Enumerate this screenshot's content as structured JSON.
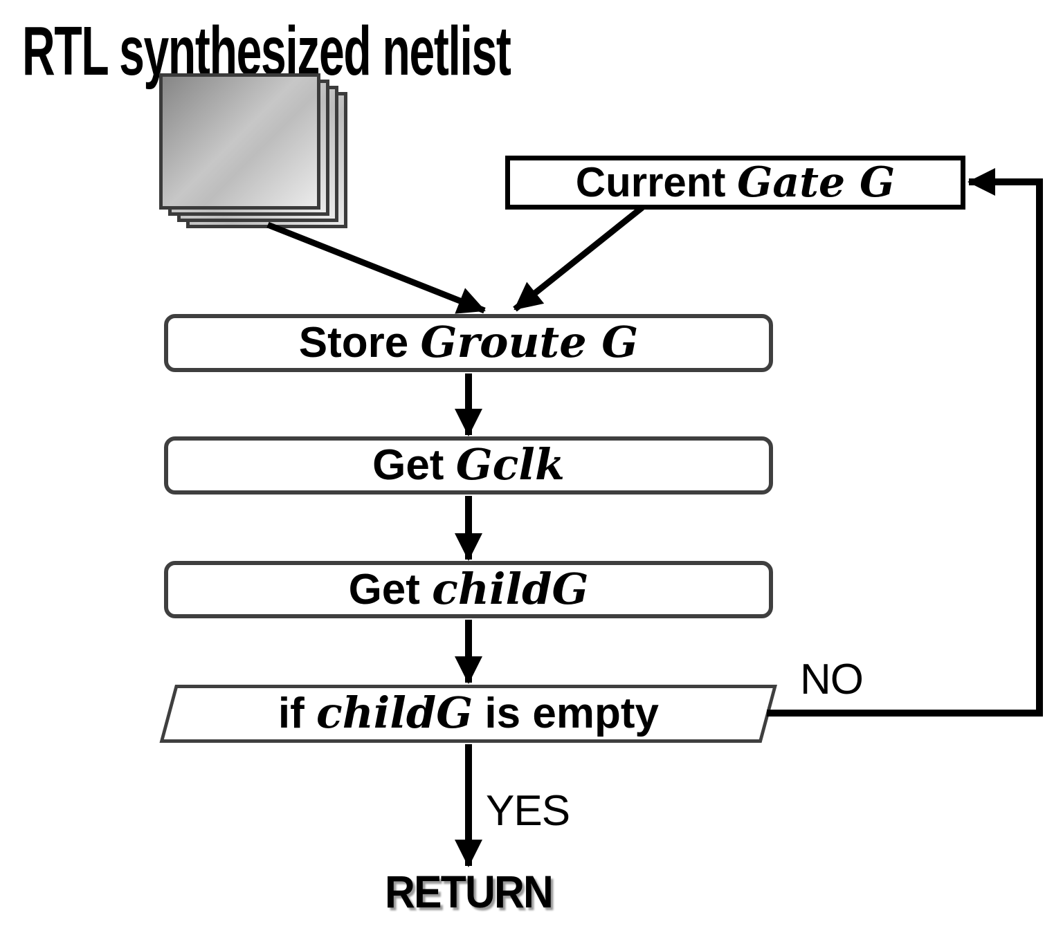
{
  "title": "RTL synthesized netlist",
  "icon": {
    "name": "document-stack-icon"
  },
  "nodes": {
    "current_gate": {
      "bold": "Current ",
      "italic": "Gate G"
    },
    "store_groute": {
      "bold": "Store ",
      "italic": "Groute G"
    },
    "get_gclk": {
      "bold": "Get ",
      "italic": "Gclk"
    },
    "get_childg": {
      "bold": "Get ",
      "italic": "childG"
    },
    "decision": {
      "bold": "if ",
      "italic": "childG",
      "bold_suffix": " is empty"
    },
    "return": {
      "label": "RETURN"
    }
  },
  "edge_labels": {
    "no": "NO",
    "yes": "YES"
  },
  "colors": {
    "background": "#ffffff",
    "strong_border": "#000000",
    "box_border": "#3f3f3f",
    "arrow": "#000000",
    "page_gradient_start": "#868686",
    "page_gradient_end": "#ebebeb",
    "return_shadow": "#9a9a9a"
  }
}
